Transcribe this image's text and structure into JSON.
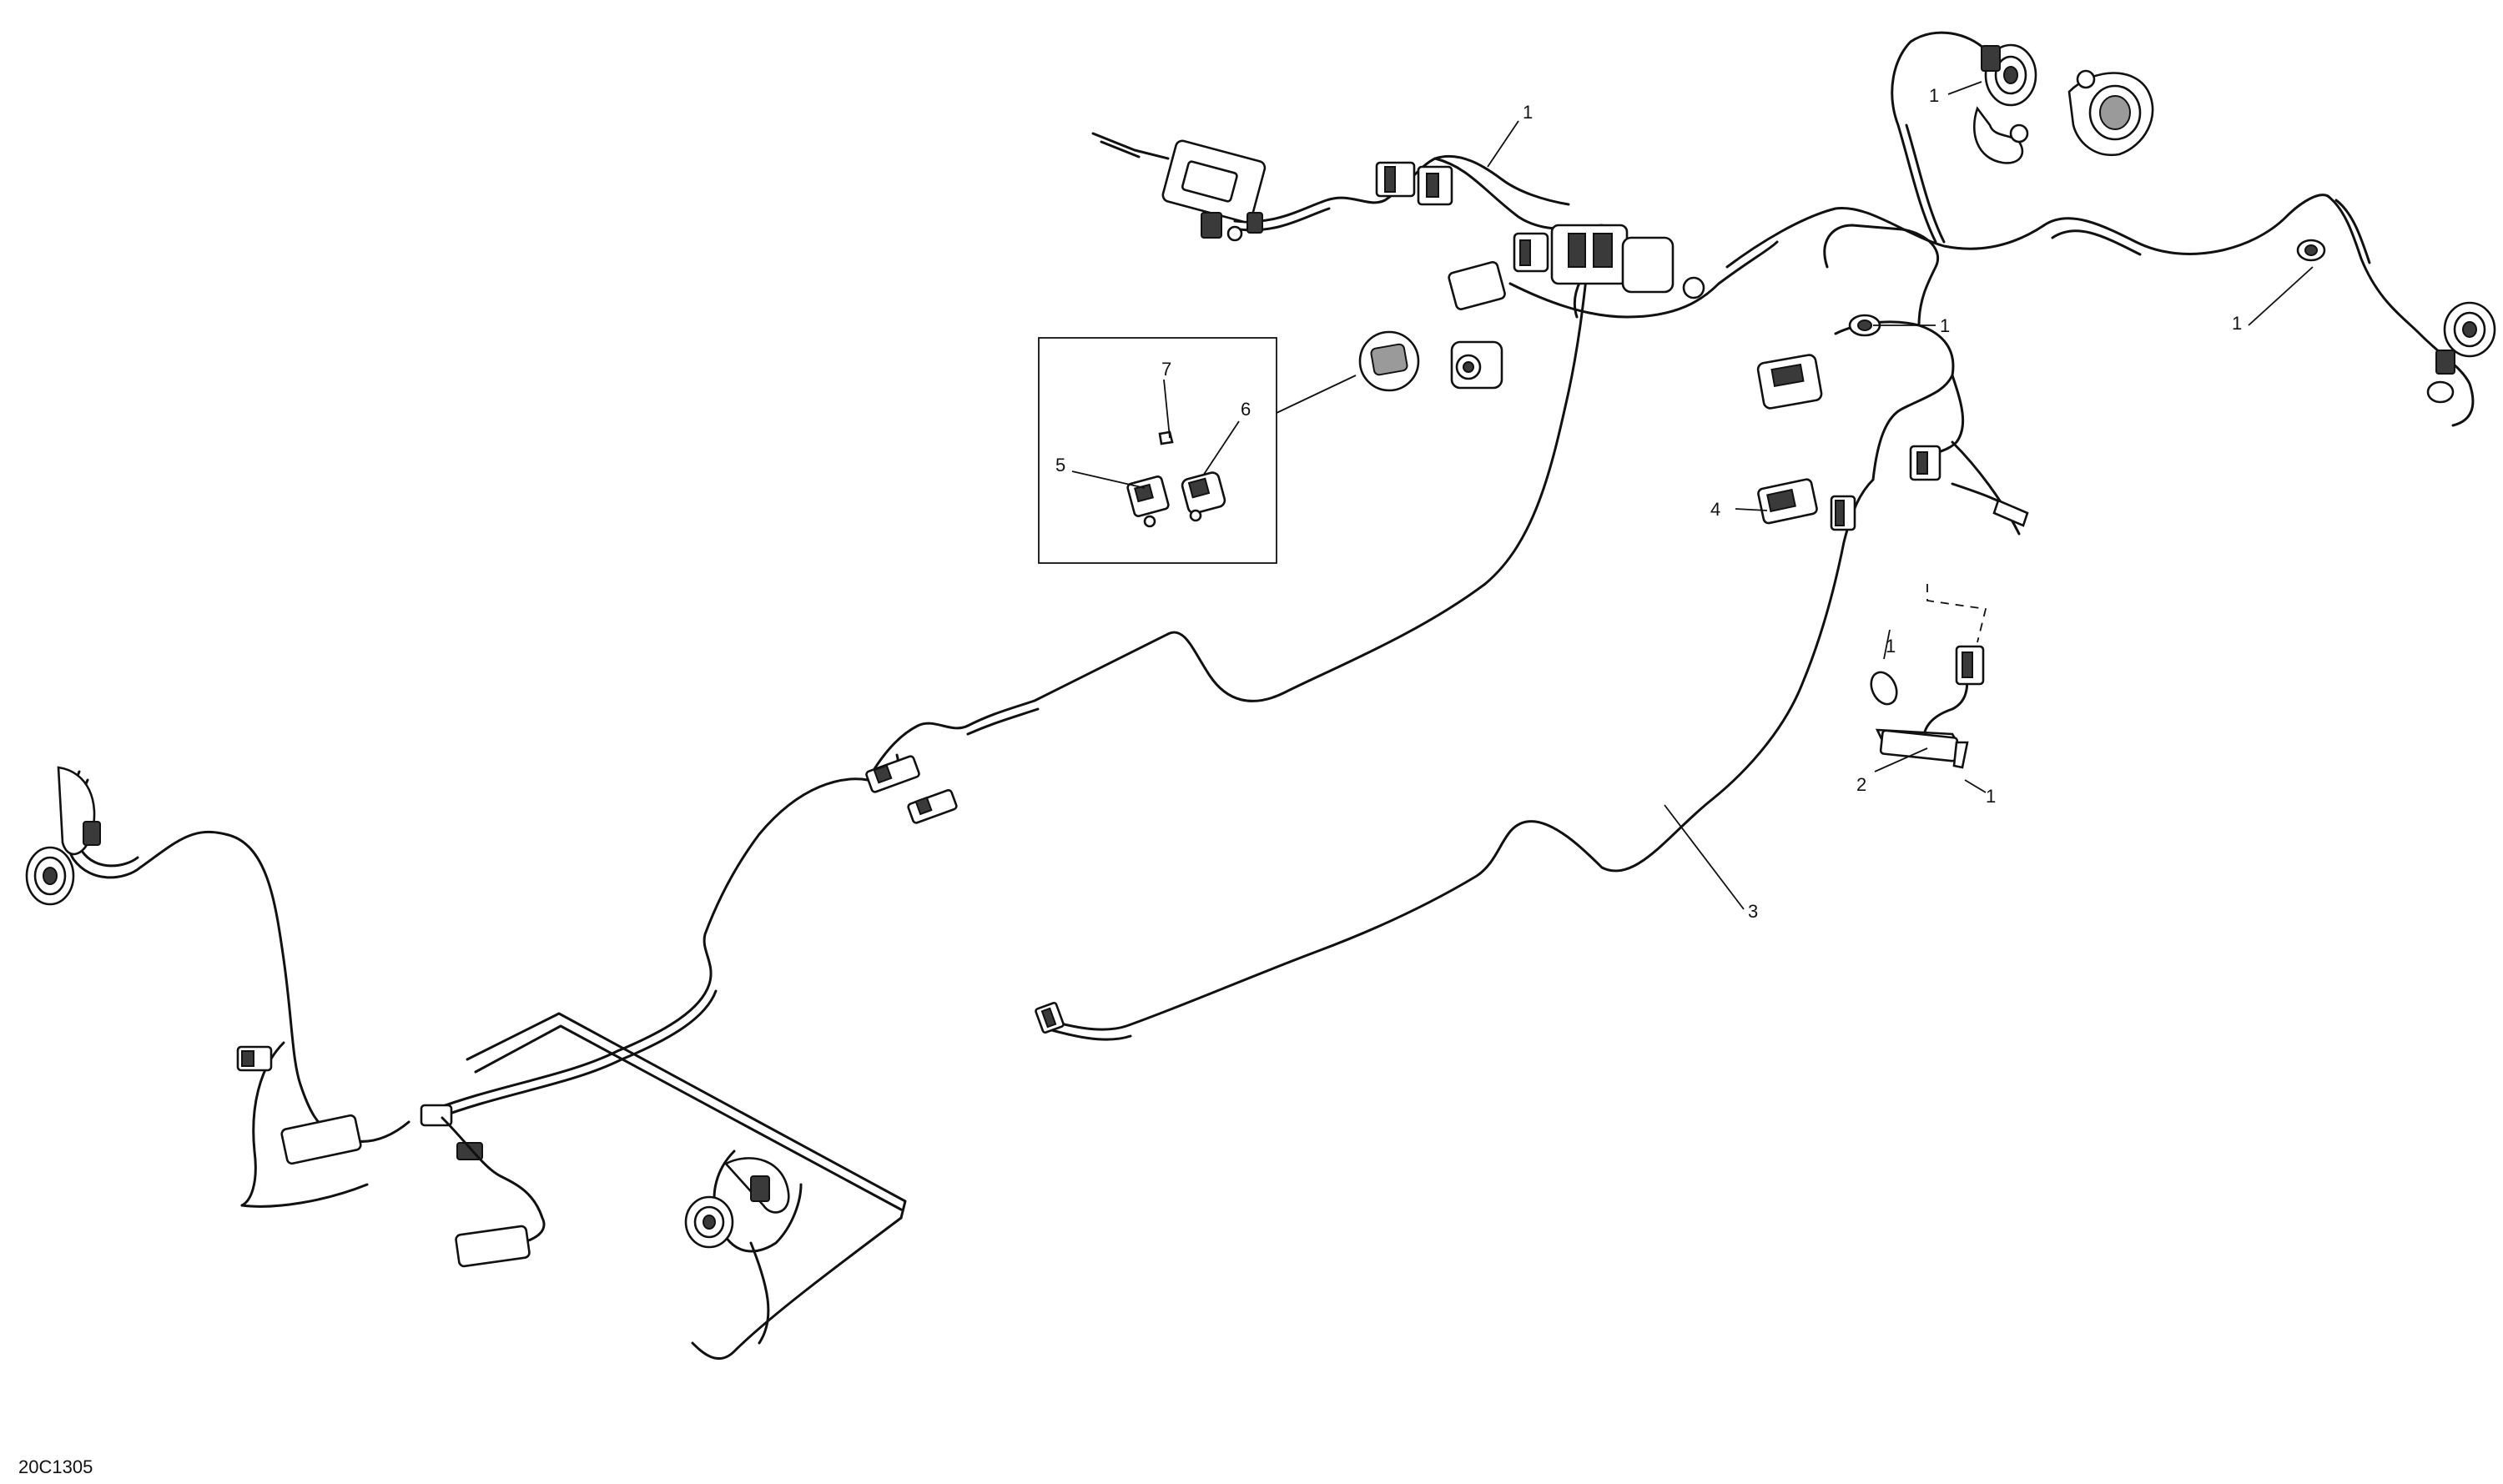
{
  "diagram_code": "20C1305",
  "callouts": {
    "c1_top": "1",
    "c1_top_right": "1",
    "c1_far_right": "1",
    "c1_small_right": "1",
    "c1_mid_right": "1",
    "c1_bottom_right": "1",
    "c2": "2",
    "c3": "3",
    "c4": "4",
    "c5": "5",
    "c6": "6",
    "c7": "7"
  }
}
